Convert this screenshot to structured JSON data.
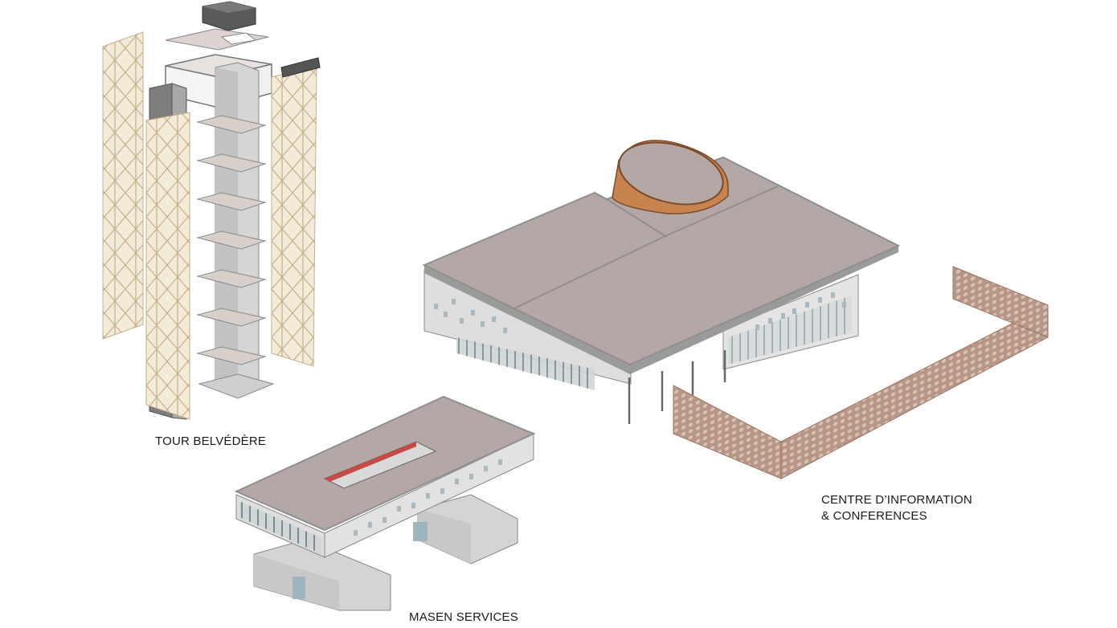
{
  "labels": {
    "tour": "TOUR BELVÉDÈRE",
    "centre_line1": "CENTRE D’INFORMATION",
    "centre_line2": "& CONFERENCES",
    "masen": "MASEN SERVICES"
  },
  "colors": {
    "roof": "#b4a8a6",
    "roof_edge": "#8f8f8f",
    "wall": "#dedede",
    "wall_dark": "#c4c4c4",
    "glass": "#9fb5bd",
    "screen_frame": "#f3ead7",
    "screen_line": "#c4b08a",
    "brick": "#b89585",
    "brick_cell": "#d3bfb2",
    "oculus": "#c9834f",
    "red_band": "#c74a44",
    "column": "#666666"
  }
}
